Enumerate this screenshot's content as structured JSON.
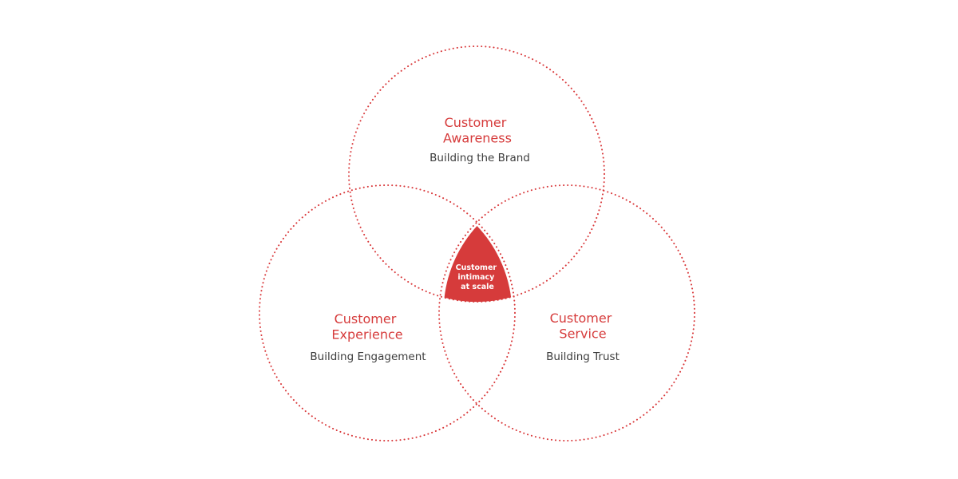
{
  "diagram": {
    "type": "venn",
    "accent_color": "#d63b3b",
    "text_color": "#3d3d3d",
    "sets": [
      {
        "id": "awareness",
        "title": [
          "Customer",
          "Awareness"
        ],
        "subtitle": "Building the Brand"
      },
      {
        "id": "experience",
        "title": [
          "Customer",
          "Experience"
        ],
        "subtitle": "Building Engagement"
      },
      {
        "id": "service",
        "title": [
          "Customer",
          "Service"
        ],
        "subtitle": "Building Trust"
      }
    ],
    "intersection": {
      "label": [
        "Customer",
        "intimacy",
        "at scale"
      ]
    }
  }
}
